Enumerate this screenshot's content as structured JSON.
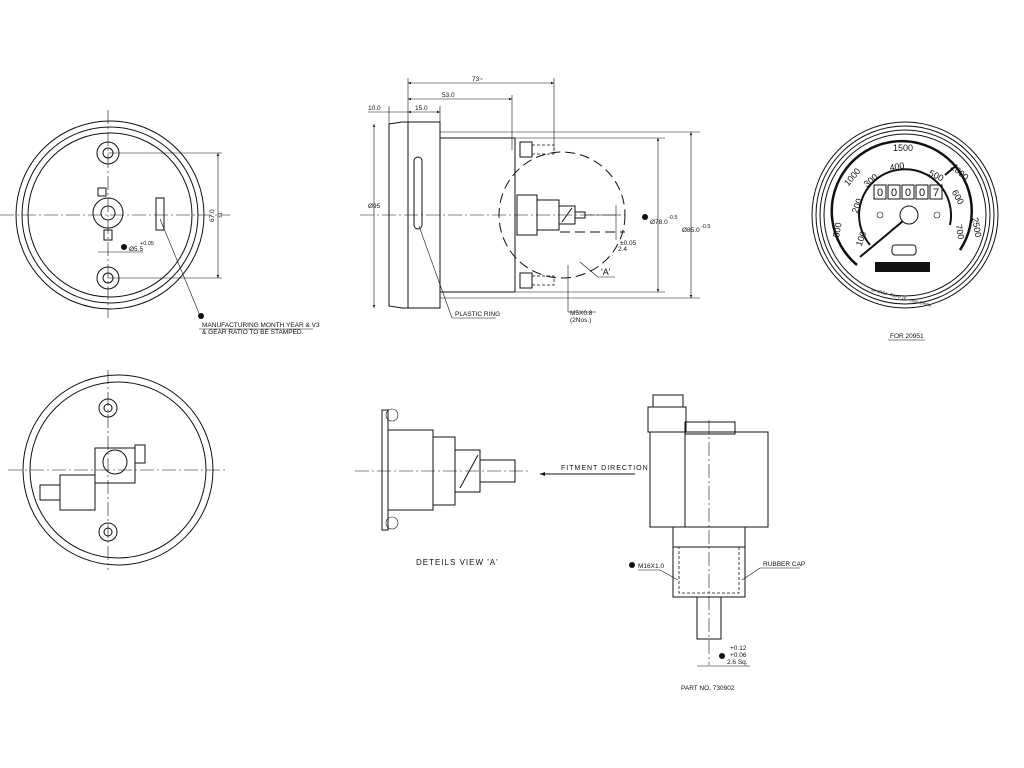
{
  "front_view": {
    "dim_holes": "67.0",
    "dim_holes_tol": "±1",
    "dim_bore": "Ø5.5",
    "dim_bore_tol": "+0.05",
    "note_line1": "MANUFACTURING MONTH YEAR & V3",
    "note_line2": "& GEAR RATIO TO BE STAMPED."
  },
  "side_view": {
    "dim_overall": "73~",
    "dim_53": "53.0",
    "dim_15": "15.0",
    "dim_10": "10.0",
    "dim_dia95": "Ø95",
    "dim_dia78": "Ø78.0",
    "dim_dia78_tol": "-0.5",
    "dim_dia85": "Ø85.0",
    "dim_dia85_tol": "-0.5",
    "dim_offset_tol": "±0.05",
    "dim_offset": "2.4",
    "detail_ref": "'A'",
    "plastic_ring": "PLASTIC RING",
    "screw_spec": "M5X0.8",
    "screw_qty": "(2Nos.)"
  },
  "dial": {
    "outer_scale": [
      "500",
      "1000",
      "1500",
      "2000",
      "2500"
    ],
    "inner_scale": [
      "100",
      "200",
      "300",
      "400",
      "500",
      "600",
      "700"
    ],
    "odometer": [
      "0",
      "0",
      "0",
      "0",
      "7"
    ],
    "brand_text": "MI-SRSJ - RAPP 1E - 1655 CRPM",
    "caption": "FOR 20951"
  },
  "detail_view": {
    "title": "DETEILS  VIEW  'A'",
    "fitment": "FITMENT  DIRECTION"
  },
  "connector_view": {
    "thread": "M16X1.0",
    "rubber_cap": "RUBBER CAP",
    "tol_upper": "+0.12",
    "tol_lower": "+0.06",
    "square": "2.6  Sq.",
    "part_no": "PART  NO.  730902"
  }
}
